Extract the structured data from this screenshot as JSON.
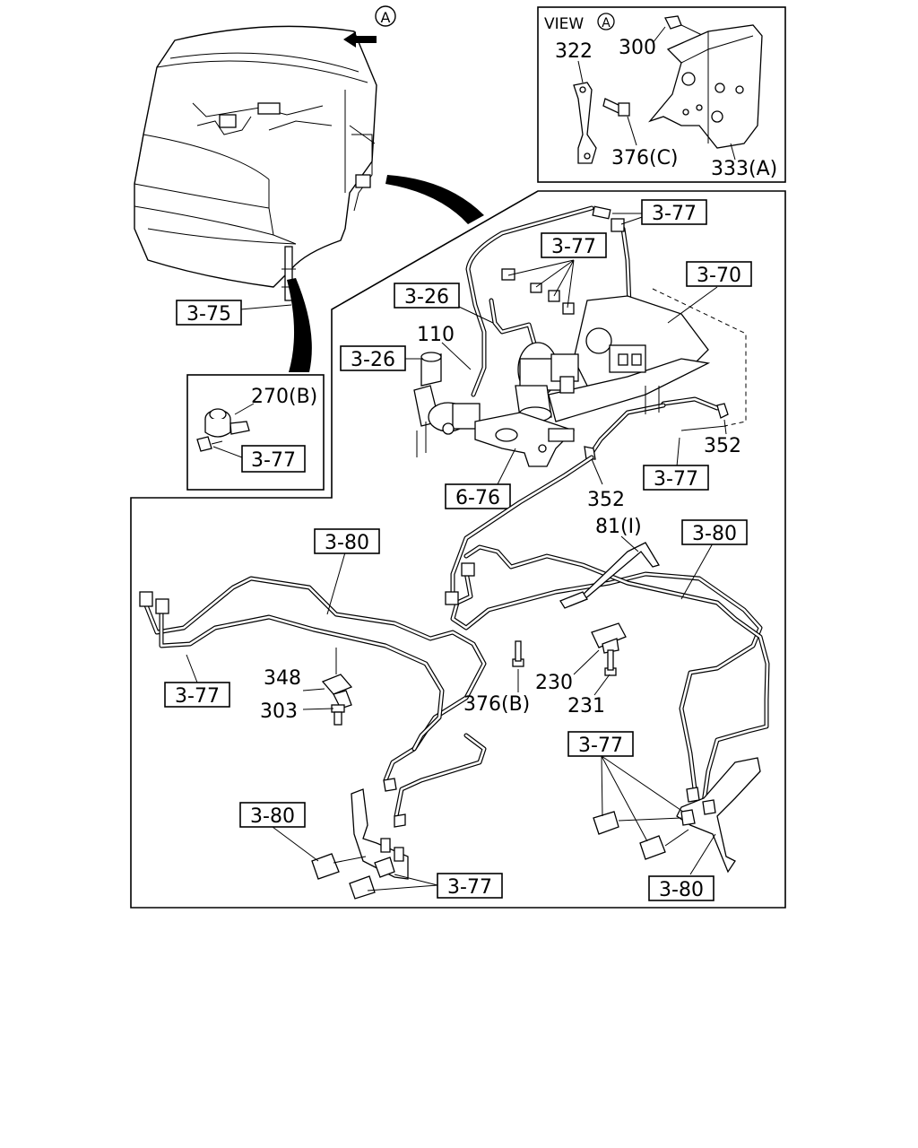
{
  "callouts": {
    "view_marker": "A",
    "view_title": "VIEW",
    "view_circle": "A",
    "p322": "322",
    "p300": "300",
    "p376c": "376(C)",
    "p333a": "333(A)",
    "ref_3_77_a": "3-77",
    "ref_3_77_b": "3-77",
    "ref_3_70": "3-70",
    "ref_3_26_a": "3-26",
    "p110": "110",
    "ref_3_26_b": "3-26",
    "ref_3_75": "3-75",
    "p270b": "270(B)",
    "ref_3_77_c": "3-77",
    "p352_a": "352",
    "ref_3_77_d": "3-77",
    "ref_6_76": "6-76",
    "p352_b": "352",
    "p81": "81(I)",
    "ref_3_80_a": "3-80",
    "ref_3_80_b": "3-80",
    "p348": "348",
    "p303": "303",
    "ref_3_77_e": "3-77",
    "p376b": "376(B)",
    "p230": "230",
    "p231": "231",
    "ref_3_77_f": "3-77",
    "ref_3_80_c": "3-80",
    "ref_3_77_g": "3-77",
    "ref_3_80_d": "3-80"
  },
  "colors": {
    "line": "#000000",
    "background": "#ffffff"
  }
}
